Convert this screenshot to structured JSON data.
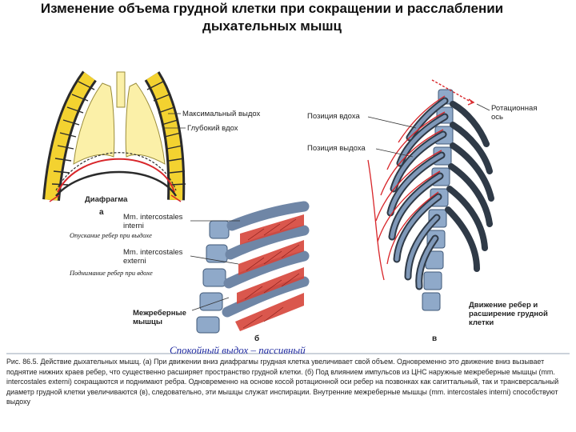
{
  "title": "Изменение объема грудной клетки при сокращении и расслаблении дыхательных мышц",
  "figure_a": {
    "label_max_exhale": "Максимальный выдох",
    "label_deep_inhale": "Глубокий вдох",
    "label_diaphragm": "Диафрагма",
    "letter": "а"
  },
  "figure_b": {
    "label_intercostales_interni": "Mm. intercostales interni",
    "label_ribs_down": "Опускание ребер при выдохе",
    "label_intercostales_externi": "Mm. intercostales externi",
    "label_ribs_up": "Поднимание ребер при вдохе",
    "label_intercostal_muscles": "Межреберные мышцы",
    "letter": "б"
  },
  "figure_c": {
    "label_inhale_position": "Позиция вдоха",
    "label_exhale_position": "Позиция выдоха",
    "label_rotation_axis": "Ротационная ось",
    "label_rib_movement": "Движение ребер и расширение грудной клетки",
    "letter": "в"
  },
  "quiet_exhale": "Спокойный выдох – пассивный",
  "caption": "Рис. 86.5. Действие дыхательных мышц. (а) При движении вниз диафрагмы грудная клетка увеличивает свой объем. Одновременно это движение вниз вызывает поднятие нижних краев ребер, что существенно расширяет пространство грудной клетки. (б) Под влиянием импульсов из ЦНС наружные межреберные мышцы (mm. intercostales externi) сокращаются и поднимают ребра. Одновременно на основе косой ротационной оси ребер на позвонках как сагиттальный, так и трансверсальный диаметр грудной клетки увеличиваются (в), следовательно, эти мышцы служат инспирации. Внутренние межреберные мышцы (mm. intercostales interni) способствуют выдоху"
}
